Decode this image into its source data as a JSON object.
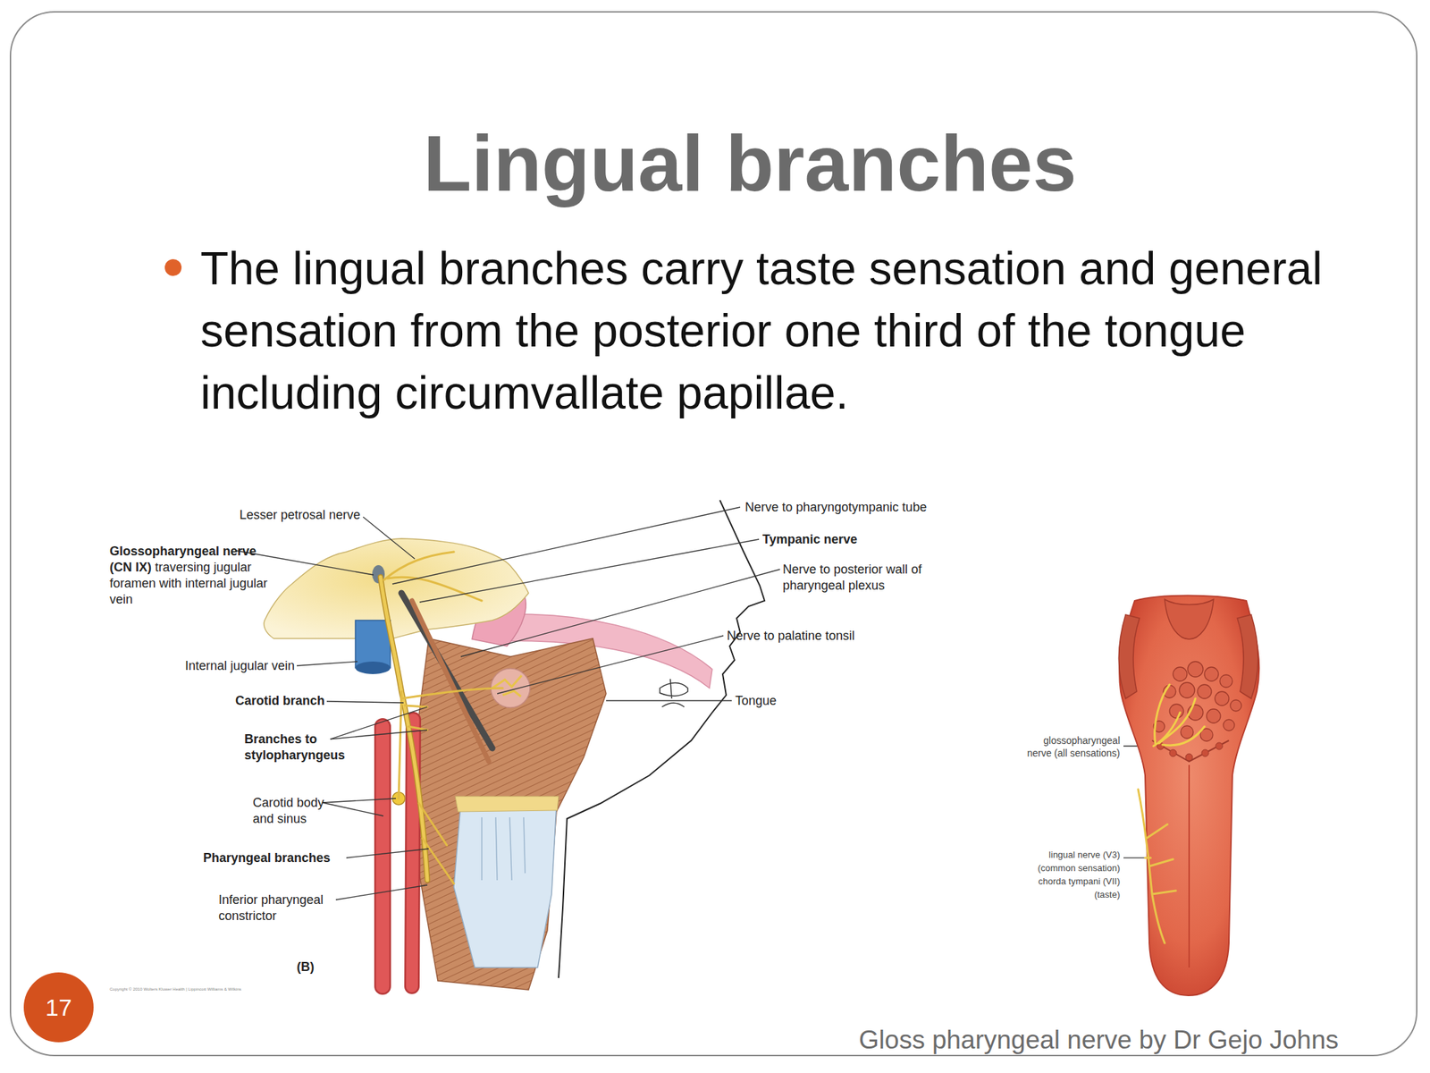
{
  "diagram": {
    "title": "Lingual branches",
    "caption": "Gloss pharyngeal nerve by Dr Gejo Johns",
    "nodes": [
      {
        "text": [
          "17"
        ]
      }
    ],
    "labels": [
      "The lingual branches carry taste sensation and general sensation from the posterior one third of the tongue including circumvallate papillae.",
      "Lesser petrosal nerve",
      "Glossopharyngeal nerve (CN IX)",
      "traversing jugular foramen with internal jugular vein",
      "Internal jugular vein",
      "Carotid branch",
      "Branches to stylopharyngeus",
      "Carotid body and sinus",
      "Pharyngeal branches",
      "Inferior pharyngeal constrictor",
      "(B)",
      "Copyright © 2010 Wolters Kluwer Health | Lippincott Williams & Wilkins",
      "Nerve to pharyngotympanic tube",
      "Tympanic nerve",
      "Nerve to posterior wall of pharyngeal plexus",
      "Nerve to palatine tonsil",
      "Tongue",
      "glossopharyngeal nerve (all sensations)",
      "lingual nerve (V3) (common sensation) chorda tympani (VII) (taste)"
    ]
  }
}
